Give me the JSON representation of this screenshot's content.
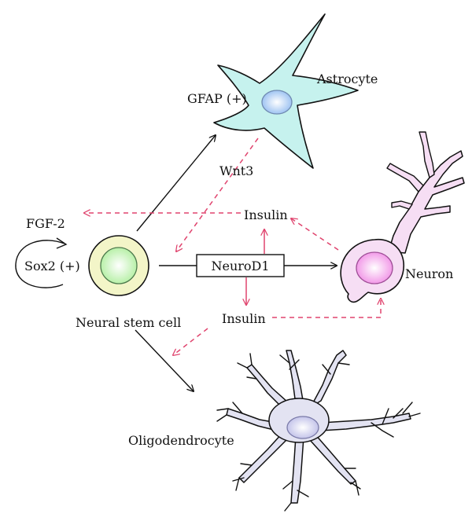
{
  "labels": {
    "astrocyte": "Astrocyte",
    "gfap": "GFAP (+)",
    "wnt3": "Wnt3",
    "fgf2": "FGF-2",
    "sox2": "Sox2 (+)",
    "insulin_top": "Insulin",
    "neurod1": "NeuroD1",
    "neuron": "Neuron",
    "insulin_bottom": "Insulin",
    "neural_stem_cell": "Neural stem cell",
    "oligodendrocyte": "Oligodendrocyte"
  },
  "colors": {
    "stem_cell_fill": "#f3f5c8",
    "stem_nucleus": "#b8f0a8",
    "astrocyte_fill": "#c6f2ee",
    "astrocyte_nucleus": "#9fc4f2",
    "neuron_fill": "#f6def4",
    "neuron_nucleus": "#f29ae8",
    "oligo_fill": "#e3e3f2",
    "oligo_nucleus": "#c4c4ea",
    "signal_arrow": "#e0446e",
    "lineage_arrow": "#111111"
  }
}
